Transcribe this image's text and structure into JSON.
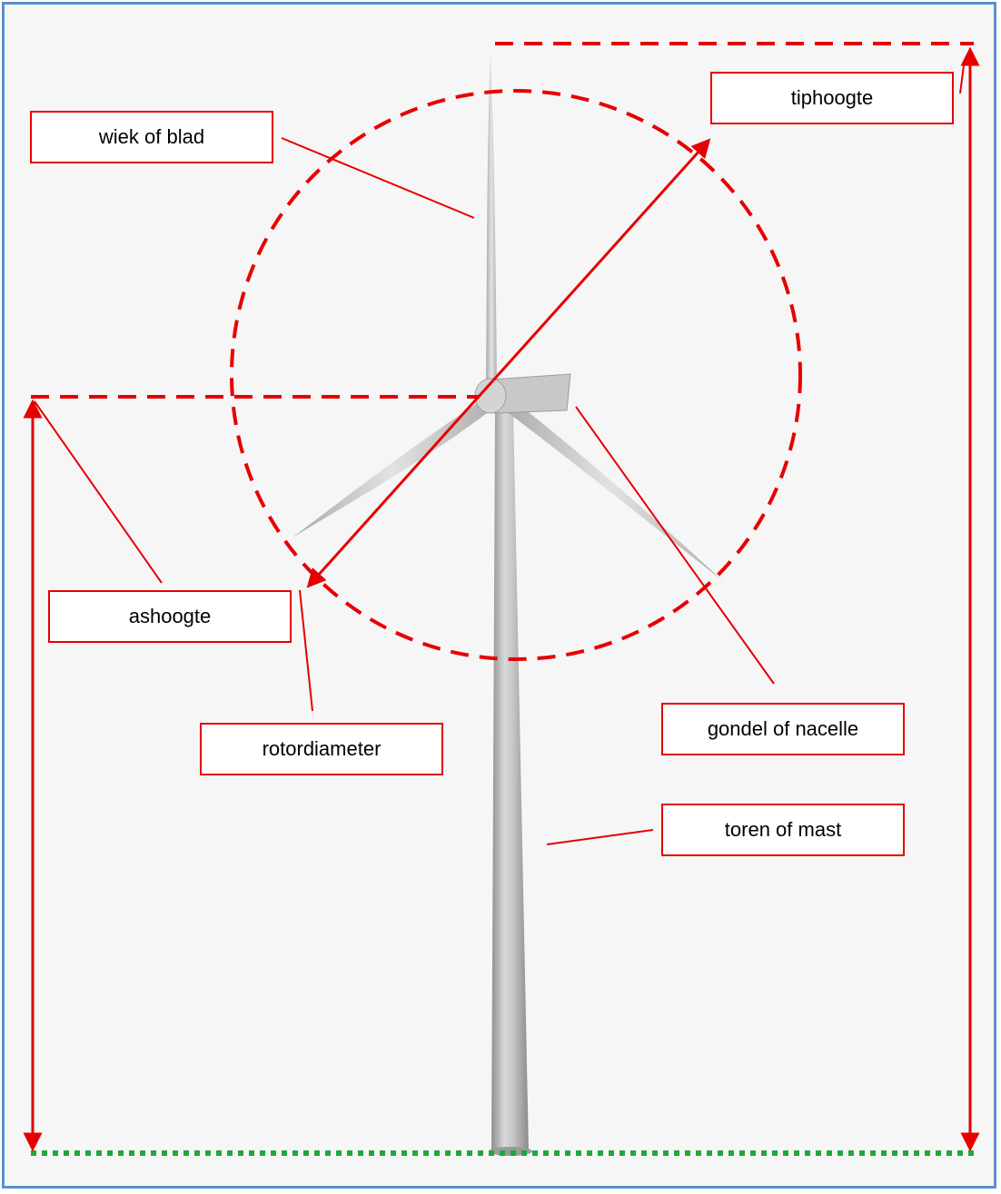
{
  "labels": {
    "blade": "wiek of blad",
    "tip_height": "tiphoogte",
    "hub_height": "ashoogte",
    "rotor_diameter": "rotordiameter",
    "nacelle": "gondel of nacelle",
    "tower": "toren of mast"
  },
  "colors": {
    "annotation": "#e60000",
    "ground_line": "#1fa83a",
    "frame_border": "#5b8fd0",
    "background": "#f6f6f6",
    "turbine": "#bdbdbd"
  }
}
